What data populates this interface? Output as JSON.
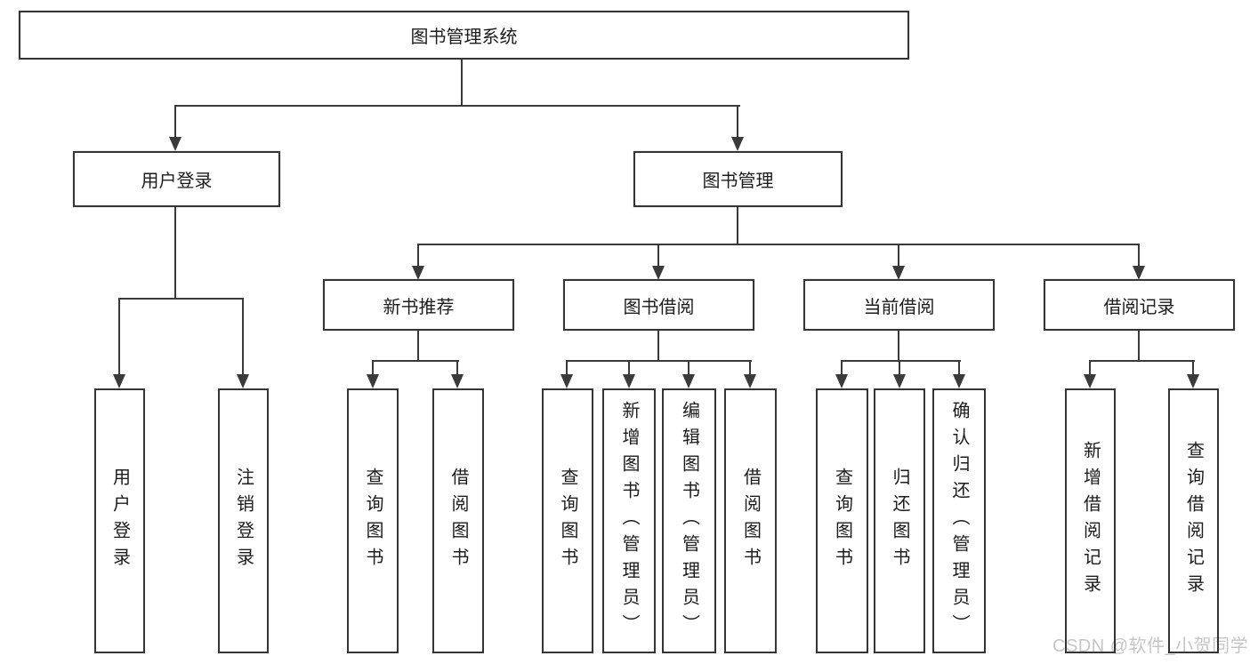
{
  "diagram": {
    "root_label": "图书管理系统",
    "user_branch": {
      "label": "用户登录",
      "children": [
        "用户登录",
        "注销登录"
      ]
    },
    "mgmt_branch": {
      "label": "图书管理"
    },
    "modules": [
      {
        "label": "新书推荐",
        "children": [
          "查询图书",
          "借阅图书"
        ]
      },
      {
        "label": "图书借阅",
        "children": [
          "查询图书",
          "新增图书（管理员）",
          "编辑图书（管理员）",
          "借阅图书"
        ]
      },
      {
        "label": "当前借阅",
        "children": [
          "查询图书",
          "归还图书",
          "确认归还（管理员）"
        ]
      },
      {
        "label": "借阅记录",
        "children": [
          "新增借阅记录",
          "查询借阅记录"
        ]
      }
    ],
    "watermark": "CSDN @软件_小贺同学"
  }
}
